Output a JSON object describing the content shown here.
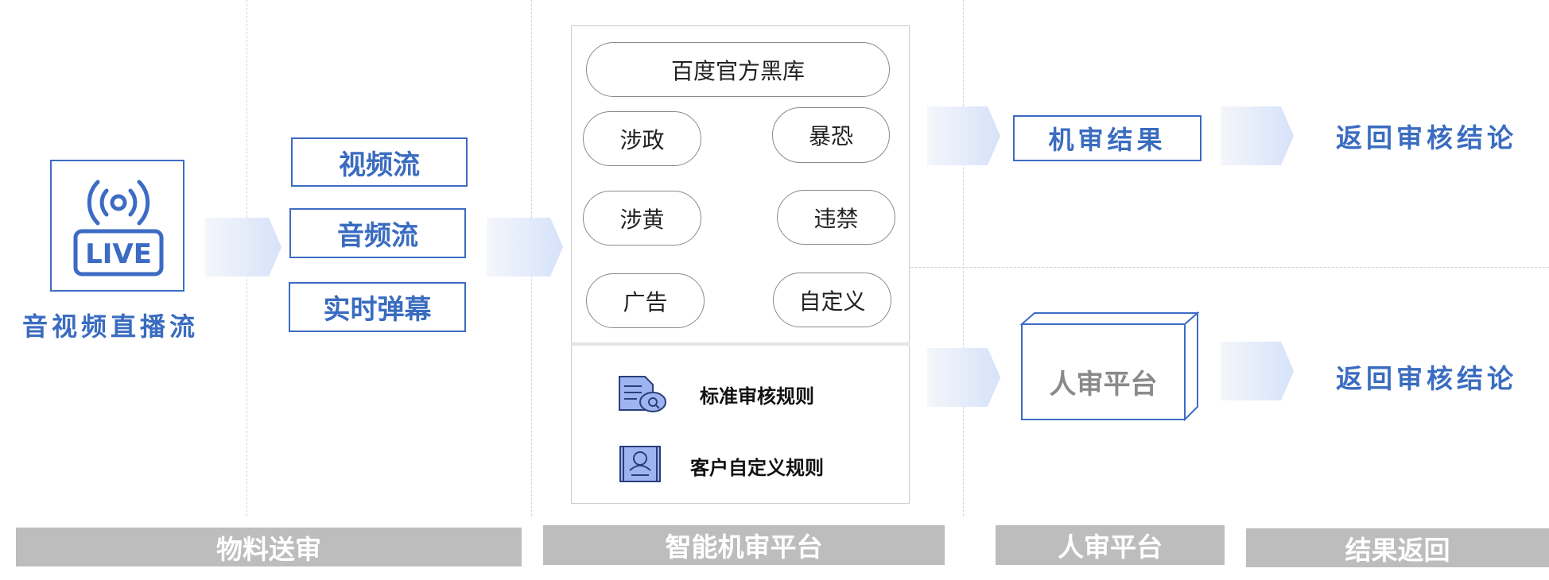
{
  "source": {
    "live_label": "LIVE",
    "title": "音视频直播流"
  },
  "streams": [
    {
      "label": "视频流"
    },
    {
      "label": "音频流"
    },
    {
      "label": "实时弹幕"
    }
  ],
  "machine_panel": {
    "blacklist": "百度官方黑库",
    "categories": [
      {
        "label": "涉政"
      },
      {
        "label": "暴恐"
      },
      {
        "label": "涉黄"
      },
      {
        "label": "违禁"
      },
      {
        "label": "广告"
      },
      {
        "label": "自定义"
      }
    ],
    "rules": [
      {
        "label": "标准审核规则",
        "icon": "document-search-icon"
      },
      {
        "label": "客户自定义规则",
        "icon": "user-card-icon"
      }
    ]
  },
  "machine_result": "机审结果",
  "human_platform": "人审平台",
  "return_results": [
    "返回审核结论",
    "返回审核结论"
  ],
  "footer": [
    "物料送审",
    "智能机审平台",
    "人审平台",
    "结果返回"
  ],
  "colors": {
    "accent": "#3a6cc0",
    "arrow": "#dbe4f7",
    "footer_bg": "#bdbdbd",
    "icon_fill": "#9db4f0"
  }
}
